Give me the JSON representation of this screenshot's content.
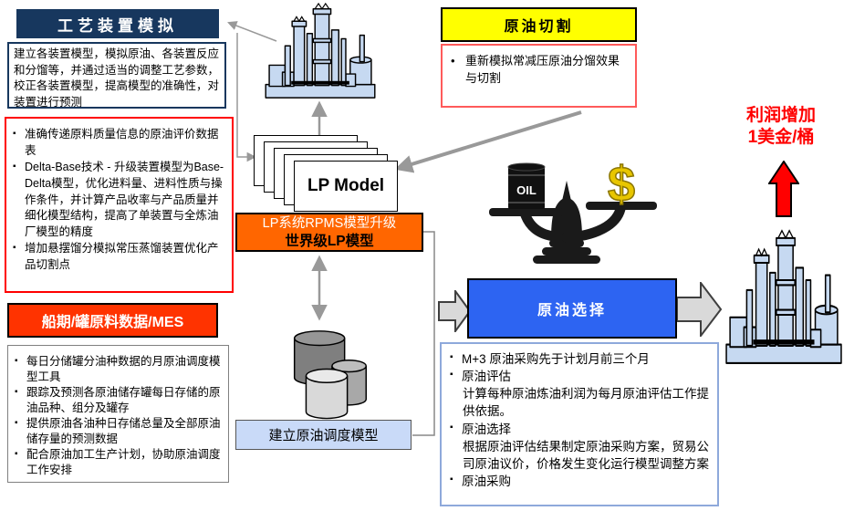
{
  "colors": {
    "navy": "#17375e",
    "red_border": "#ff0000",
    "orange": "#ff6600",
    "orange_red": "#ff3300",
    "yellow": "#ffff00",
    "royal_blue": "#2d64f2",
    "light_blue_fill": "#c9daf8",
    "refinery_fill": "#c6d9f1",
    "profit_red": "#ff0000",
    "connector_gray": "#999999"
  },
  "process_simulation": {
    "title": "工艺装置模拟",
    "description": "建立各装置模型，模拟原油、各装置反应和分馏等，并通过适当的调整工艺参数，校正各装置模型，提高模型的准确性，对装置进行预测",
    "bullets": [
      "准确传递原料质量信息的原油评价数据表",
      "Delta-Base技术 - 升级装置模型为Base-Delta模型，优化进料量、进料性质与操作条件，并计算产品收率与产品质量并细化模型结构，提高了单装置与全炼油厂模型的精度",
      "增加悬摆馏分模拟常压蒸馏装置优化产品切割点"
    ]
  },
  "shipping_data": {
    "title": "船期/罐原料数据/MES",
    "bullets": [
      "每日分储罐分油种数据的月原油调度模型工具",
      "跟踪及预测各原油储存罐每日存储的原油品种、组分及罐存",
      "提供原油各油种日存储总量及全部原油储存量的预测数据",
      "配合原油加工生产计划，协助原油调度工作安排"
    ]
  },
  "lp_model": {
    "label": "LP Model",
    "upgrade_line1": "LP系统RPMS模型升级",
    "upgrade_line2": "世界级LP模型",
    "scheduling_label": "建立原油调度模型"
  },
  "crude_cutting": {
    "title": "原油切割",
    "bullet": "重新模拟常减压原油分馏效果与切割"
  },
  "crude_selection": {
    "title": "原油选择",
    "items": [
      {
        "label": "M+3 原油采购先于计划月前三个月",
        "detail": ""
      },
      {
        "label": "原油评估",
        "detail": "计算每种原油炼油利润为每月原油评估工作提供依据。"
      },
      {
        "label": "原油选择",
        "detail": "根据原油评估结果制定原油采购方案，贸易公司原油议价，价格发生变化运行模型调整方案"
      },
      {
        "label": "原油采购",
        "detail": ""
      }
    ]
  },
  "profit": {
    "line1": "利润增加",
    "line2": "1美金/桶"
  },
  "graphics": {
    "oil_label": "OIL",
    "dollar_sign": "$"
  }
}
